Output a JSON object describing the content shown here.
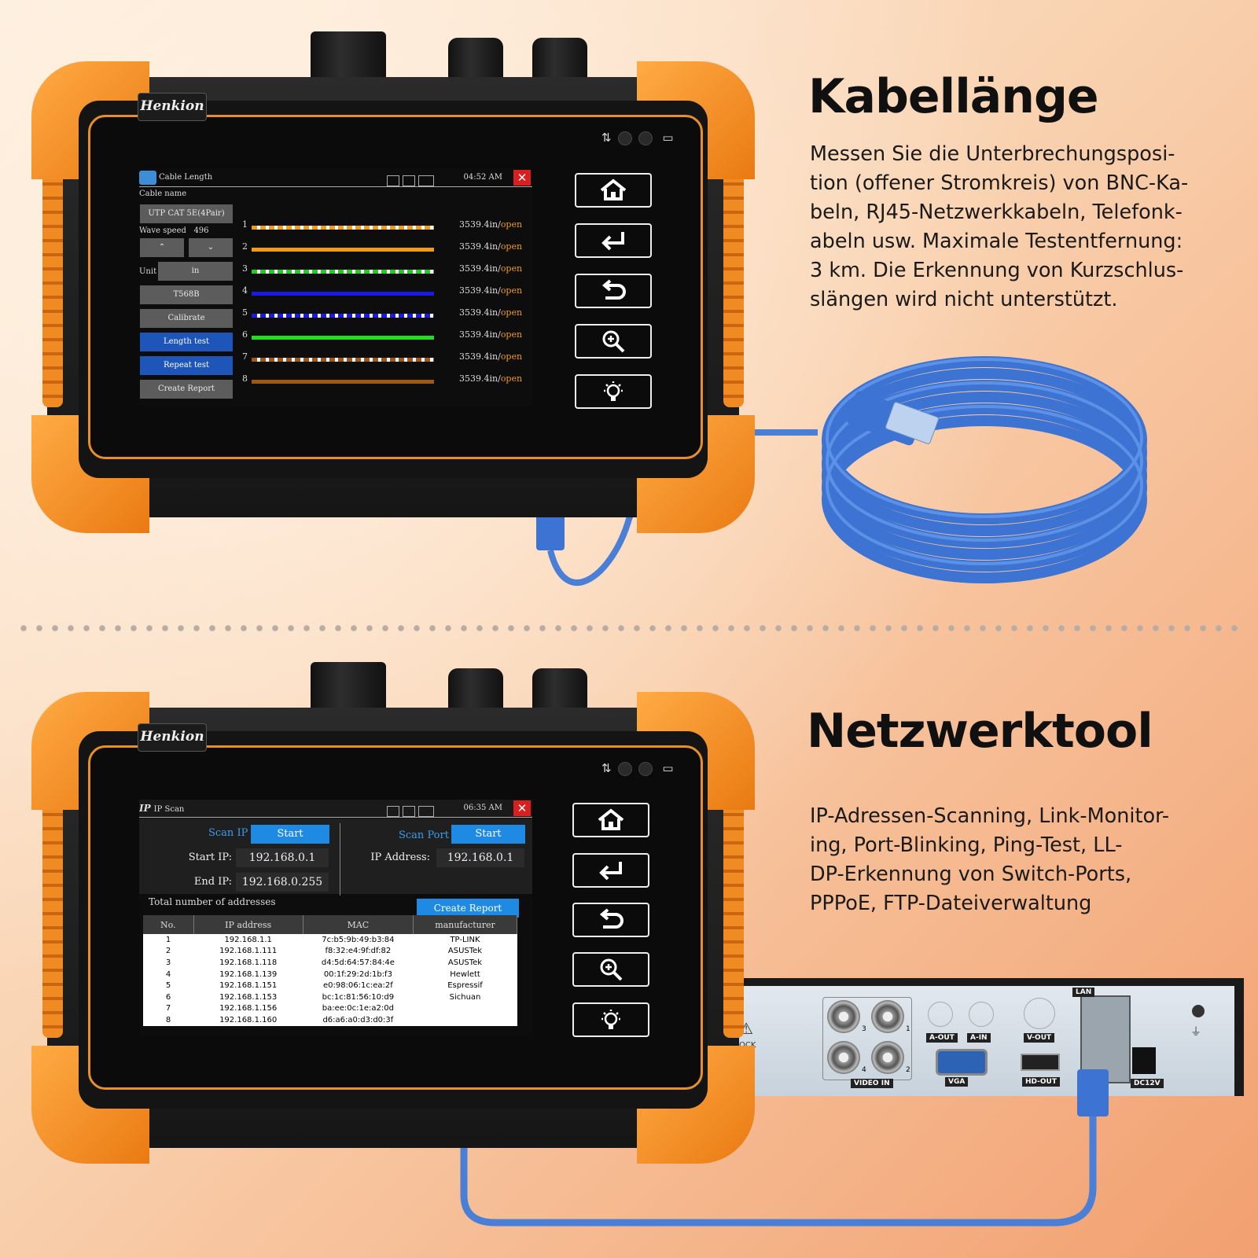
{
  "brand": "Henkion",
  "sections": {
    "cable": {
      "heading": "Kabellänge",
      "desc_lines": [
        "Messen Sie die Unterbrechungsposi-",
        "tion (offener Stromkreis) von BNC-Ka-",
        "beln, RJ45-Netzwerkkabeln, Telefonk-",
        "abeln usw. Maximale Testentfernung:",
        "3 km. Die Erkennung von Kurzschlus-",
        "slängen wird nicht unterstützt."
      ]
    },
    "network": {
      "heading": "Netzwerktool",
      "desc_lines": [
        "IP-Adressen-Scanning, Link-Monitor-",
        "ing, Port-Blinking, Ping-Test, LL-",
        "DP-Erkennung von Switch-Ports,",
        "PPPoE, FTP-Dateiverwaltung"
      ]
    }
  },
  "screen_cable": {
    "title": "Cable Length",
    "time": "04:52 AM",
    "close": "✕",
    "cable_name_label": "Cable name",
    "cable_name_value": "UTP CAT 5E(4Pair)",
    "wave_speed_label": "Wave speed",
    "wave_speed_value": "496",
    "up": "⌃",
    "down": "⌄",
    "unit_label": "Unit",
    "unit_value": "in",
    "standard": "T568B",
    "calibrate": "Calibrate",
    "length_test": "Length test",
    "repeat_test": "Repeat test",
    "create_report": "Create Report",
    "wires": [
      {
        "num": "1",
        "value": "3539.4in/",
        "status": "open",
        "color": "#f39a1c",
        "striped": true
      },
      {
        "num": "2",
        "value": "3539.4in/",
        "status": "open",
        "color": "#f39a1c",
        "striped": false
      },
      {
        "num": "3",
        "value": "3539.4in/",
        "status": "open",
        "color": "#22cc22",
        "striped": true
      },
      {
        "num": "4",
        "value": "3539.4in/",
        "status": "open",
        "color": "#1a1ae8",
        "striped": false
      },
      {
        "num": "5",
        "value": "3539.4in/",
        "status": "open",
        "color": "#1a1ae8",
        "striped": true
      },
      {
        "num": "6",
        "value": "3539.4in/",
        "status": "open",
        "color": "#22dd22",
        "striped": false
      },
      {
        "num": "7",
        "value": "3539.4in/",
        "status": "open",
        "color": "#a0581a",
        "striped": true
      },
      {
        "num": "8",
        "value": "3539.4in/",
        "status": "open",
        "color": "#a0581a",
        "striped": false
      }
    ]
  },
  "screen_ip": {
    "title": "IP Scan",
    "time": "06:35 AM",
    "close": "✕",
    "scan_ip_label": "Scan IP",
    "scan_port_label": "Scan Port",
    "start": "Start",
    "start_ip_label": "Start IP:",
    "start_ip_value": "192.168.0.1",
    "end_ip_label": "End IP:",
    "end_ip_value": "192.168.0.255",
    "ip_address_label": "IP Address:",
    "ip_address_value": "192.168.0.1",
    "total_label": "Total number of addresses",
    "create_report": "Create Report",
    "columns": [
      "No.",
      "IP address",
      "MAC",
      "manufacturer"
    ],
    "rows": [
      [
        "1",
        "192.168.1.1",
        "7c:b5:9b:49:b3:84",
        "TP-LINK"
      ],
      [
        "2",
        "192.168.1.111",
        "f8:32:e4:9f:df:82",
        "ASUSTek"
      ],
      [
        "3",
        "192.168.1.118",
        "d4:5d:64:57:84:4e",
        "ASUSTek"
      ],
      [
        "4",
        "192.168.1.139",
        "00:1f:29:2d:1b:f3",
        "Hewlett"
      ],
      [
        "5",
        "192.168.1.151",
        "e0:98:06:1c:ea:2f",
        "Espressif"
      ],
      [
        "6",
        "192.168.1.153",
        "bc:1c:81:56:10:d9",
        "Sichuan"
      ],
      [
        "7",
        "192.168.1.156",
        "ba:ee:0c:1e:a2:0d",
        ""
      ],
      [
        "8",
        "192.168.1.160",
        "d6:a6:a0:d3:d0:3f",
        ""
      ]
    ]
  },
  "dvr": {
    "lan": "LAN",
    "a_out": "A-OUT",
    "a_in": "A-IN",
    "v_out": "V-OUT",
    "vga": "VGA",
    "hd_out": "HD-OUT",
    "video_in": "VIDEO IN",
    "dc": "DC12V",
    "ock": "OCK",
    "port_nums": [
      "3",
      "1",
      "4",
      "2"
    ]
  },
  "colors": {
    "accent": "#f08a22",
    "screen_blue": "#1e8ae4",
    "cable_blue": "#4a7fd8",
    "status_orange": "#f39a1c"
  }
}
